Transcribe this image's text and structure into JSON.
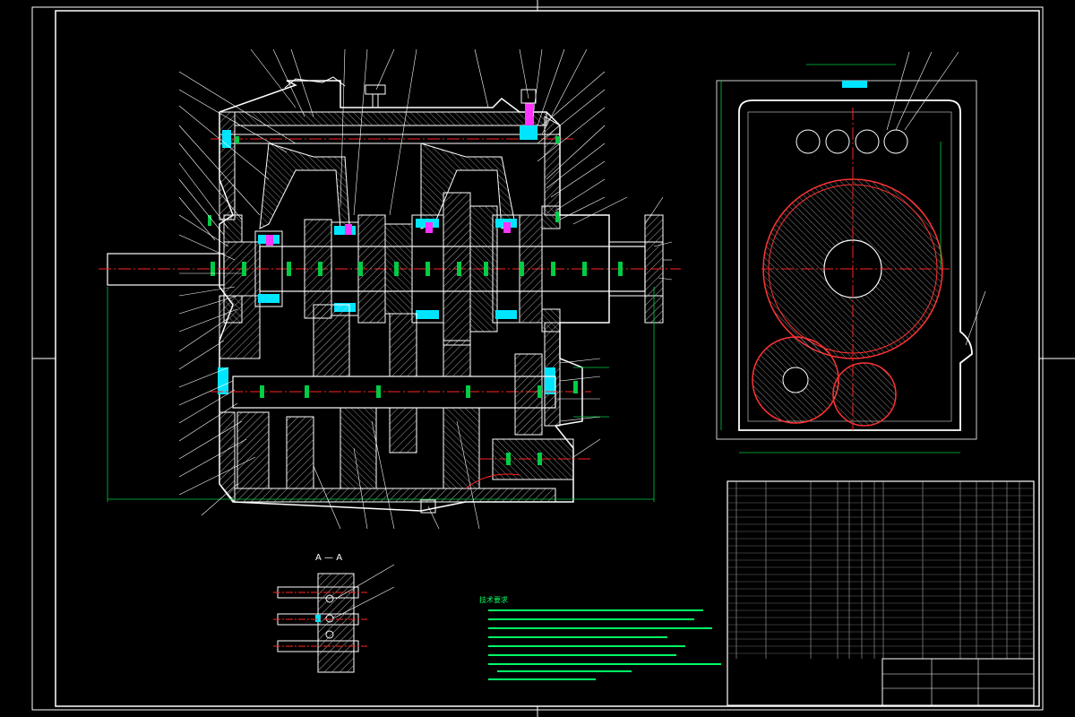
{
  "drawing": {
    "section_label": "A — A",
    "notes_title": "技术要求",
    "notes": [
      "1. ",
      "2. ",
      "3. ",
      "4. ",
      "5. ",
      "6. ",
      "7. ",
      "8. ",
      "9. "
    ],
    "title_block": {
      "name": "",
      "drawing_title": ""
    }
  },
  "colors": {
    "background": "#000000",
    "outline": "#ffffff",
    "section_edge": "#ff3333",
    "hatch": "#ffffff",
    "gear_mark": "#00cc44",
    "centerline": "#ff2222",
    "notes_text": "#00ff66",
    "part_cyan": "#00e5ff",
    "part_magenta": "#ff33ff"
  }
}
